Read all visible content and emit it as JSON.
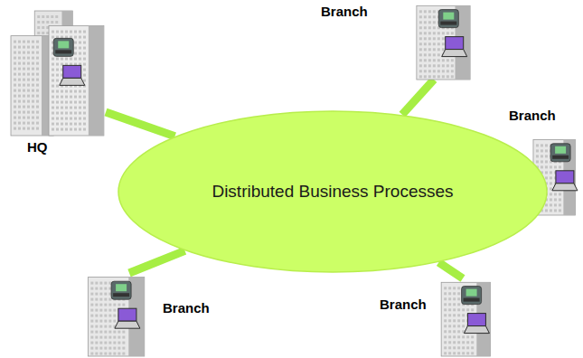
{
  "diagram": {
    "nodes": [
      {
        "text": [
          "HQ"
        ]
      },
      {
        "text": [
          "Branch"
        ]
      },
      {
        "text": [
          "Branch"
        ]
      },
      {
        "text": [
          "Branch"
        ]
      },
      {
        "text": [
          "Branch"
        ]
      },
      {
        "text": [
          "Distributed Business Processes"
        ]
      }
    ],
    "edges": [
      {
        "from": 0,
        "to": 5,
        "arrow": "none"
      },
      {
        "from": 1,
        "to": 5,
        "arrow": "none"
      },
      {
        "from": 2,
        "to": 5,
        "arrow": "none"
      },
      {
        "from": 3,
        "to": 5,
        "arrow": "none"
      },
      {
        "from": 4,
        "to": 5,
        "arrow": "none"
      }
    ]
  }
}
